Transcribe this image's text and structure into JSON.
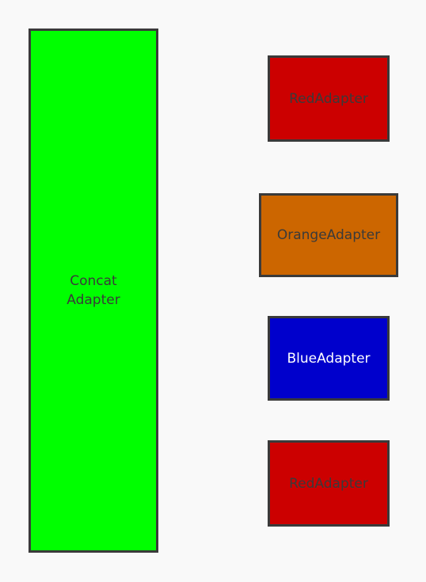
{
  "concat_adapter": {
    "line1": "Concat",
    "line2": "Adapter",
    "color": "#00ff00"
  },
  "adapters": [
    {
      "label": "RedAdapter",
      "color": "#cc0000"
    },
    {
      "label": "OrangeAdapter",
      "color": "#cc6600"
    },
    {
      "label": "BlueAdapter",
      "color": "#0000cc"
    },
    {
      "label": "RedAdapter",
      "color": "#cc0000"
    }
  ]
}
